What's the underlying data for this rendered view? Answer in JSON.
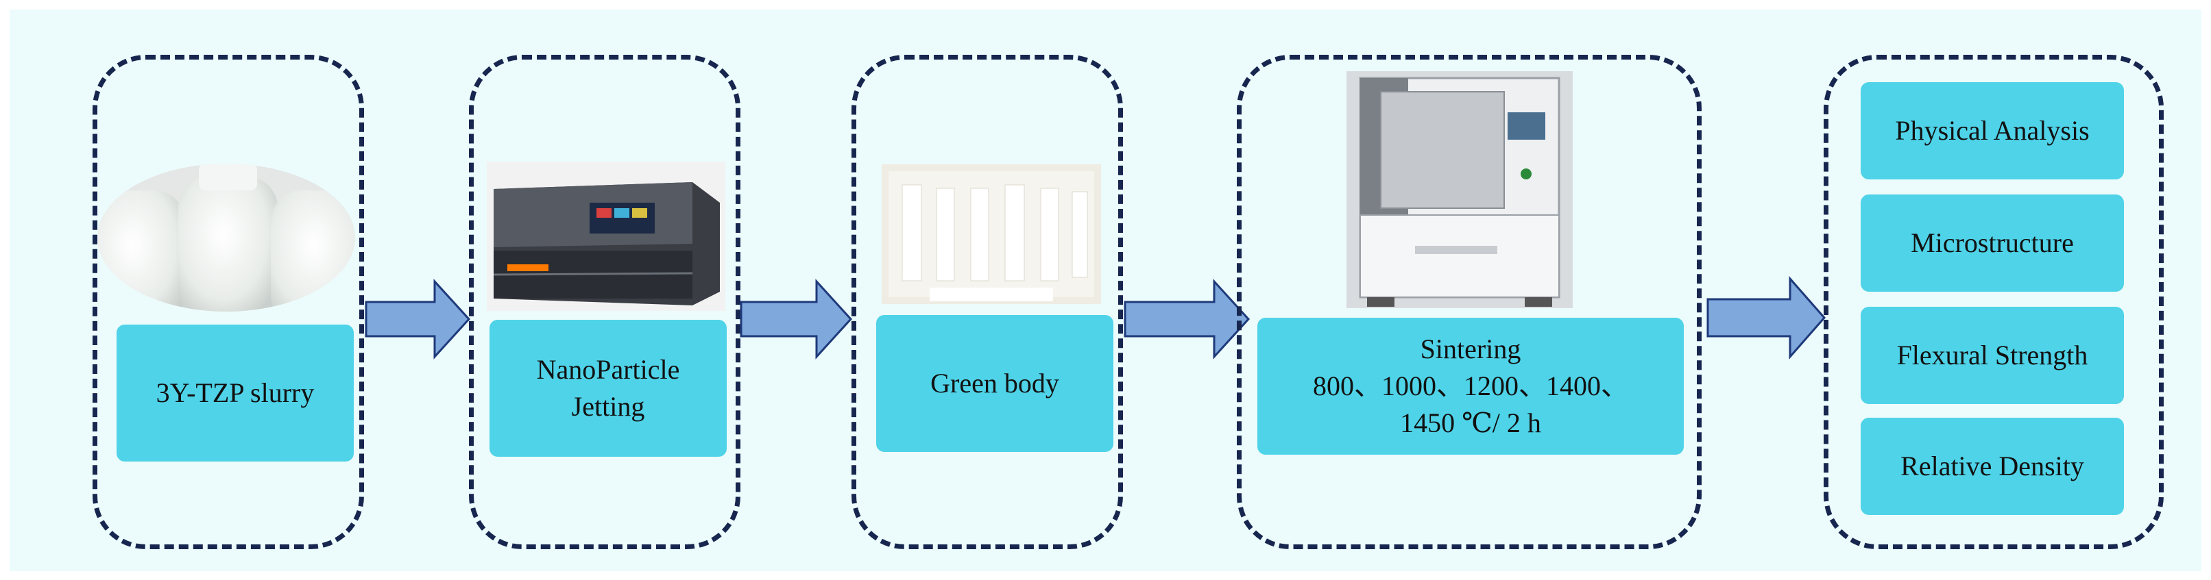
{
  "colors": {
    "background": "#ecfbfb",
    "dashed_border": "#17264f",
    "label_fill": "#4fd3e8",
    "arrow_fill": "#7fa8dd",
    "arrow_stroke": "#1e3a7a"
  },
  "stages": [
    {
      "id": "slurry",
      "lines": [
        "3Y-TZP slurry"
      ],
      "icon": "slurry-bottles-photo"
    },
    {
      "id": "jetting",
      "lines": [
        "NanoParticle",
        "Jetting"
      ],
      "icon": "printer-photo"
    },
    {
      "id": "green",
      "lines": [
        "Green body"
      ],
      "icon": "green-body-photo"
    },
    {
      "id": "sintering",
      "lines": [
        "Sintering",
        "800、1000、1200、1400、",
        "1450 ℃/ 2 h"
      ],
      "icon": "furnace-photo"
    }
  ],
  "analysis": [
    "Physical Analysis",
    "Microstructure",
    "Flexural Strength",
    "Relative Density"
  ]
}
